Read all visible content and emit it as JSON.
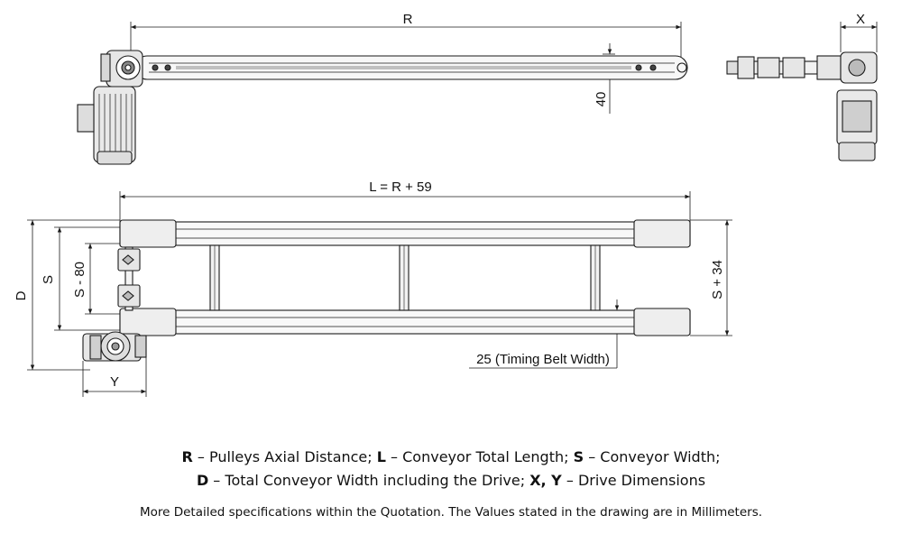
{
  "dimensions": {
    "R": "R",
    "X": "X",
    "forty": "40",
    "L": "L = R + 59",
    "S": "S",
    "D": "D",
    "S_minus": "S - 80",
    "S_plus": "S + 34",
    "Y": "Y",
    "belt": "25 (Timing Belt Width)"
  },
  "legend": {
    "line1": [
      {
        "key": "R",
        "text": " – Pulleys Axial Distance; "
      },
      {
        "key": "L",
        "text": " – Conveyor Total Length; "
      },
      {
        "key": "S",
        "text": " – Conveyor Width;"
      }
    ],
    "line2": [
      {
        "key": "D",
        "text": " – Total Conveyor Width including the Drive; "
      },
      {
        "key": "X, Y",
        "text": " – Drive Dimensions"
      }
    ]
  },
  "note": "More Detailed specifications within the Quotation. The Values stated in the drawing are in Millimeters.",
  "colors": {
    "line": "#1a1a1a",
    "part_fill": "#eeeeee",
    "dark_fill": "#555555"
  }
}
